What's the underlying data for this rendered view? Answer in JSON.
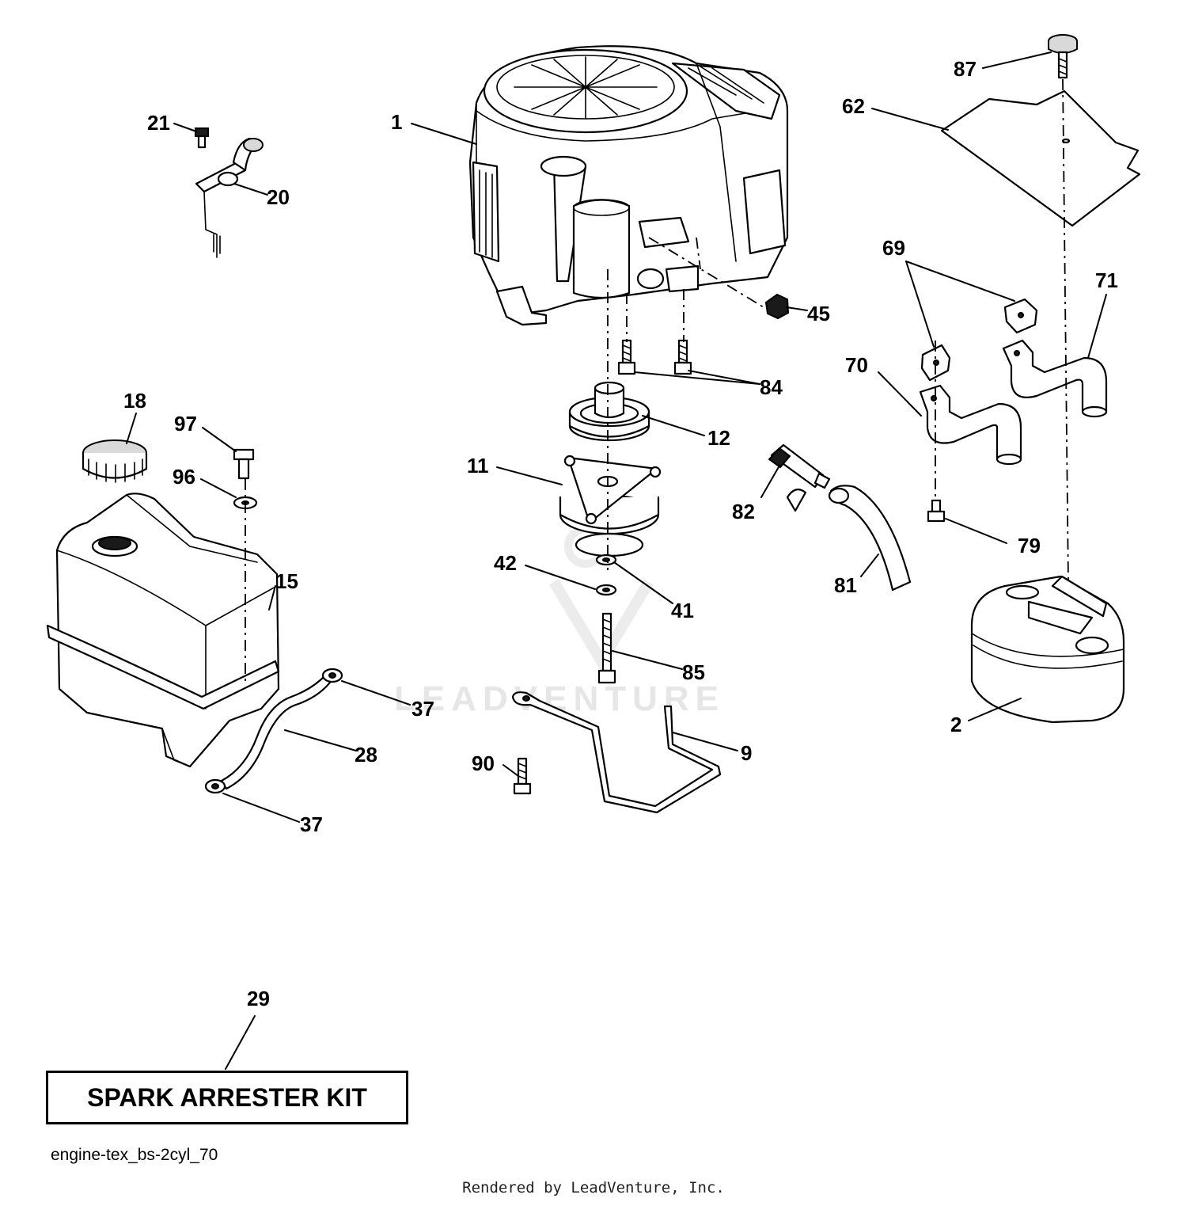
{
  "watermark": "LEADVENTURE",
  "callouts": {
    "c1": "1",
    "c2": "2",
    "c9": "9",
    "c11": "11",
    "c12": "12",
    "c15": "15",
    "c18": "18",
    "c20": "20",
    "c21": "21",
    "c28": "28",
    "c29": "29",
    "c37a": "37",
    "c37b": "37",
    "c41": "41",
    "c42": "42",
    "c45": "45",
    "c62": "62",
    "c69": "69",
    "c70": "70",
    "c71": "71",
    "c79": "79",
    "c81": "81",
    "c82": "82",
    "c84": "84",
    "c85": "85",
    "c87": "87",
    "c90": "90",
    "c96": "96",
    "c97": "97"
  },
  "kit_label": "SPARK ARRESTER KIT",
  "diagram_code": "engine-tex_bs-2cyl_70",
  "credit": "Rendered by LeadVenture, Inc."
}
